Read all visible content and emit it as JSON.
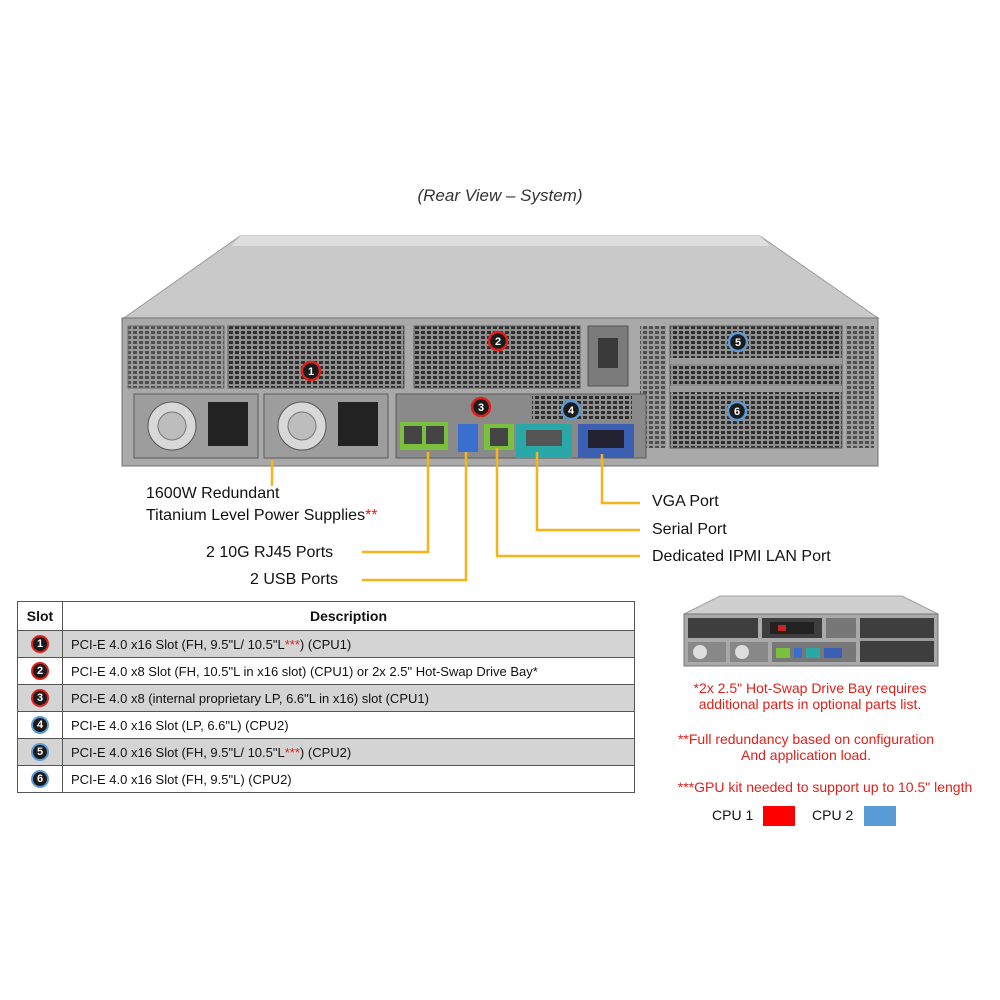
{
  "title": "(Rear View – System)",
  "callouts": {
    "psu_line1": "1600W Redundant",
    "psu_line2": "Titanium  Level Power Supplies",
    "psu_mark": "**",
    "rj45": "2 10G RJ45 Ports",
    "usb": "2 USB Ports",
    "vga": "VGA Port",
    "serial": "Serial Port",
    "ipmi": "Dedicated IPMI  LAN Port"
  },
  "slot_markers": [
    "1",
    "2",
    "3",
    "4",
    "5",
    "6"
  ],
  "table": {
    "headers": [
      "Slot",
      "Description"
    ],
    "rows": [
      {
        "slot": "1",
        "cpu": "CPU1",
        "pre": "PCI-E 4.0 x16 Slot (FH, 9.5\"L/ 10.5\"L",
        "mark": "***",
        "post": ") (CPU1)"
      },
      {
        "slot": "2",
        "cpu": "CPU1",
        "pre": "PCI-E 4.0 x8 Slot (FH,  10.5\"L in x16 slot) (CPU1)  or 2x 2.5\" Hot-Swap Drive  Bay*",
        "mark": "",
        "post": ""
      },
      {
        "slot": "3",
        "cpu": "CPU1",
        "pre": "PCI-E 4.0 x8 (internal proprietary  LP, 6.6\"L in x16) slot  (CPU1)",
        "mark": "",
        "post": ""
      },
      {
        "slot": "4",
        "cpu": "CPU2",
        "pre": "PCI-E 4.0 x16 Slot (LP, 6.6\"L) (CPU2)",
        "mark": "",
        "post": ""
      },
      {
        "slot": "5",
        "cpu": "CPU2",
        "pre": "PCI-E 4.0 x16 Slot (FH, 9.5\"L/ 10.5\"L",
        "mark": "***",
        "post": ") (CPU2)"
      },
      {
        "slot": "6",
        "cpu": "CPU2",
        "pre": "PCI-E 4.0 x16 Slot (FH, 9.5\"L) (CPU2)",
        "mark": "",
        "post": ""
      }
    ]
  },
  "notes": {
    "n1a": "*2x 2.5\" Hot-Swap Drive Bay requires",
    "n1b": "additional parts in optional parts list.",
    "n2a": "**Full redundancy based on configuration",
    "n2b": "And application load.",
    "n3": "***GPU kit needed to support up to 10.5\" length"
  },
  "legend": {
    "cpu1_label": "CPU 1",
    "cpu2_label": "CPU 2",
    "cpu1_color": "#ff0000",
    "cpu2_color": "#5b9bd5"
  }
}
